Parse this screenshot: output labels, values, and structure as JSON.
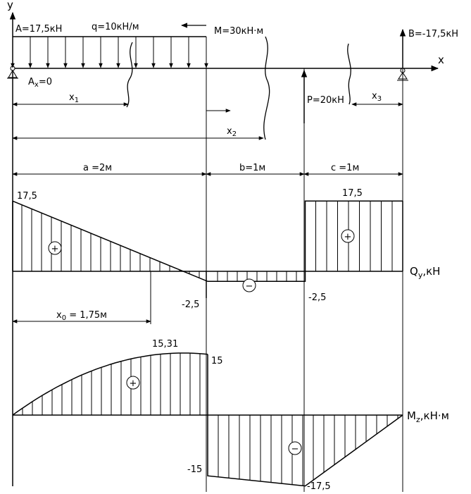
{
  "axes": {
    "y": "y",
    "x": "x"
  },
  "loads": {
    "reaction_a": "A=17,5кН",
    "ax": "A",
    "ax_sub": "x",
    "ax_val": "=0",
    "q": "q=10кН/м",
    "moment": "M=30кН·м",
    "reaction_b": "B=-17,5кН",
    "force_p": "P=20кН"
  },
  "sections": {
    "x1": "x",
    "x1_sub": "1",
    "x2": "x",
    "x2_sub": "2",
    "x3": "x",
    "x3_sub": "3"
  },
  "spans": {
    "a": "a =2м",
    "b": "b=1м",
    "c": "c =1м"
  },
  "shear": {
    "title": "Q",
    "title_sub": "y",
    "title_unit": ",кН",
    "v_start": "17,5",
    "v_mid_left": "-2,5",
    "v_mid_right": "-2,5",
    "v_right": "17,5",
    "x0": "x",
    "x0_sub": "0",
    "x0_val": " = 1,75м",
    "plus": "+",
    "minus": "−"
  },
  "moment_diagram": {
    "title": "M",
    "title_sub": "z",
    "title_unit": ",кН·м",
    "peak": "15,31",
    "val_15": "15",
    "val_neg15": "-15",
    "val_neg175": "-17,5",
    "plus": "+",
    "minus": "−"
  },
  "chart_data": {
    "type": "line",
    "beam": {
      "segments": [
        "a",
        "b",
        "c"
      ],
      "lengths_m": [
        2,
        1,
        1
      ]
    },
    "series": [
      {
        "name": "Q",
        "x": [
          0,
          2,
          2,
          3,
          3,
          4
        ],
        "y": [
          17.5,
          -2.5,
          -2.5,
          -2.5,
          17.5,
          17.5
        ]
      },
      {
        "name": "M",
        "x": [
          0,
          0.5,
          1,
          1.5,
          1.75,
          2,
          2,
          3,
          4
        ],
        "y": [
          0,
          7.5,
          12.5,
          15,
          15.31,
          15,
          -15,
          -17.5,
          0
        ]
      }
    ]
  }
}
